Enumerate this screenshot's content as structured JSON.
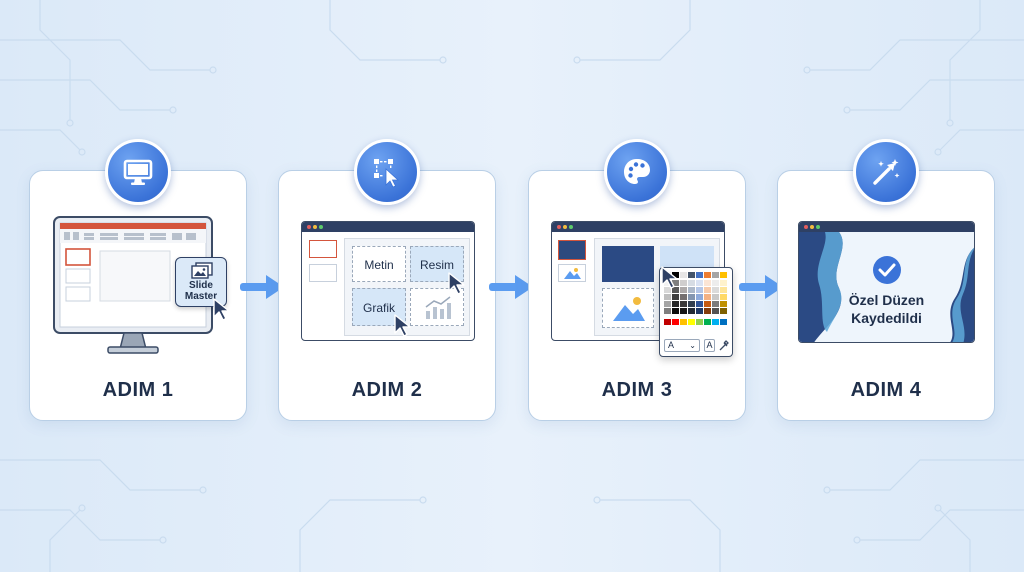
{
  "colors": {
    "accent": "#3b73d8",
    "arrow": "#5b9cf0",
    "dark_navy": "#2e4064",
    "text_dark": "#1f2f4a",
    "orange_red": "#d4553c"
  },
  "steps": [
    {
      "label": "ADIM 1",
      "icon": "monitor-icon",
      "popup_label": "Slide Master"
    },
    {
      "label": "ADIM 2",
      "icon": "select-cursor-icon",
      "placeholders": {
        "text": "Metin",
        "image": "Resim",
        "chart": "Grafik"
      }
    },
    {
      "label": "ADIM 3",
      "icon": "palette-icon",
      "font_dropdown": "A"
    },
    {
      "label": "ADIM 4",
      "icon": "magic-wand-icon",
      "message_line1": "Özel Düzen",
      "message_line2": "Kaydedildi"
    }
  ]
}
